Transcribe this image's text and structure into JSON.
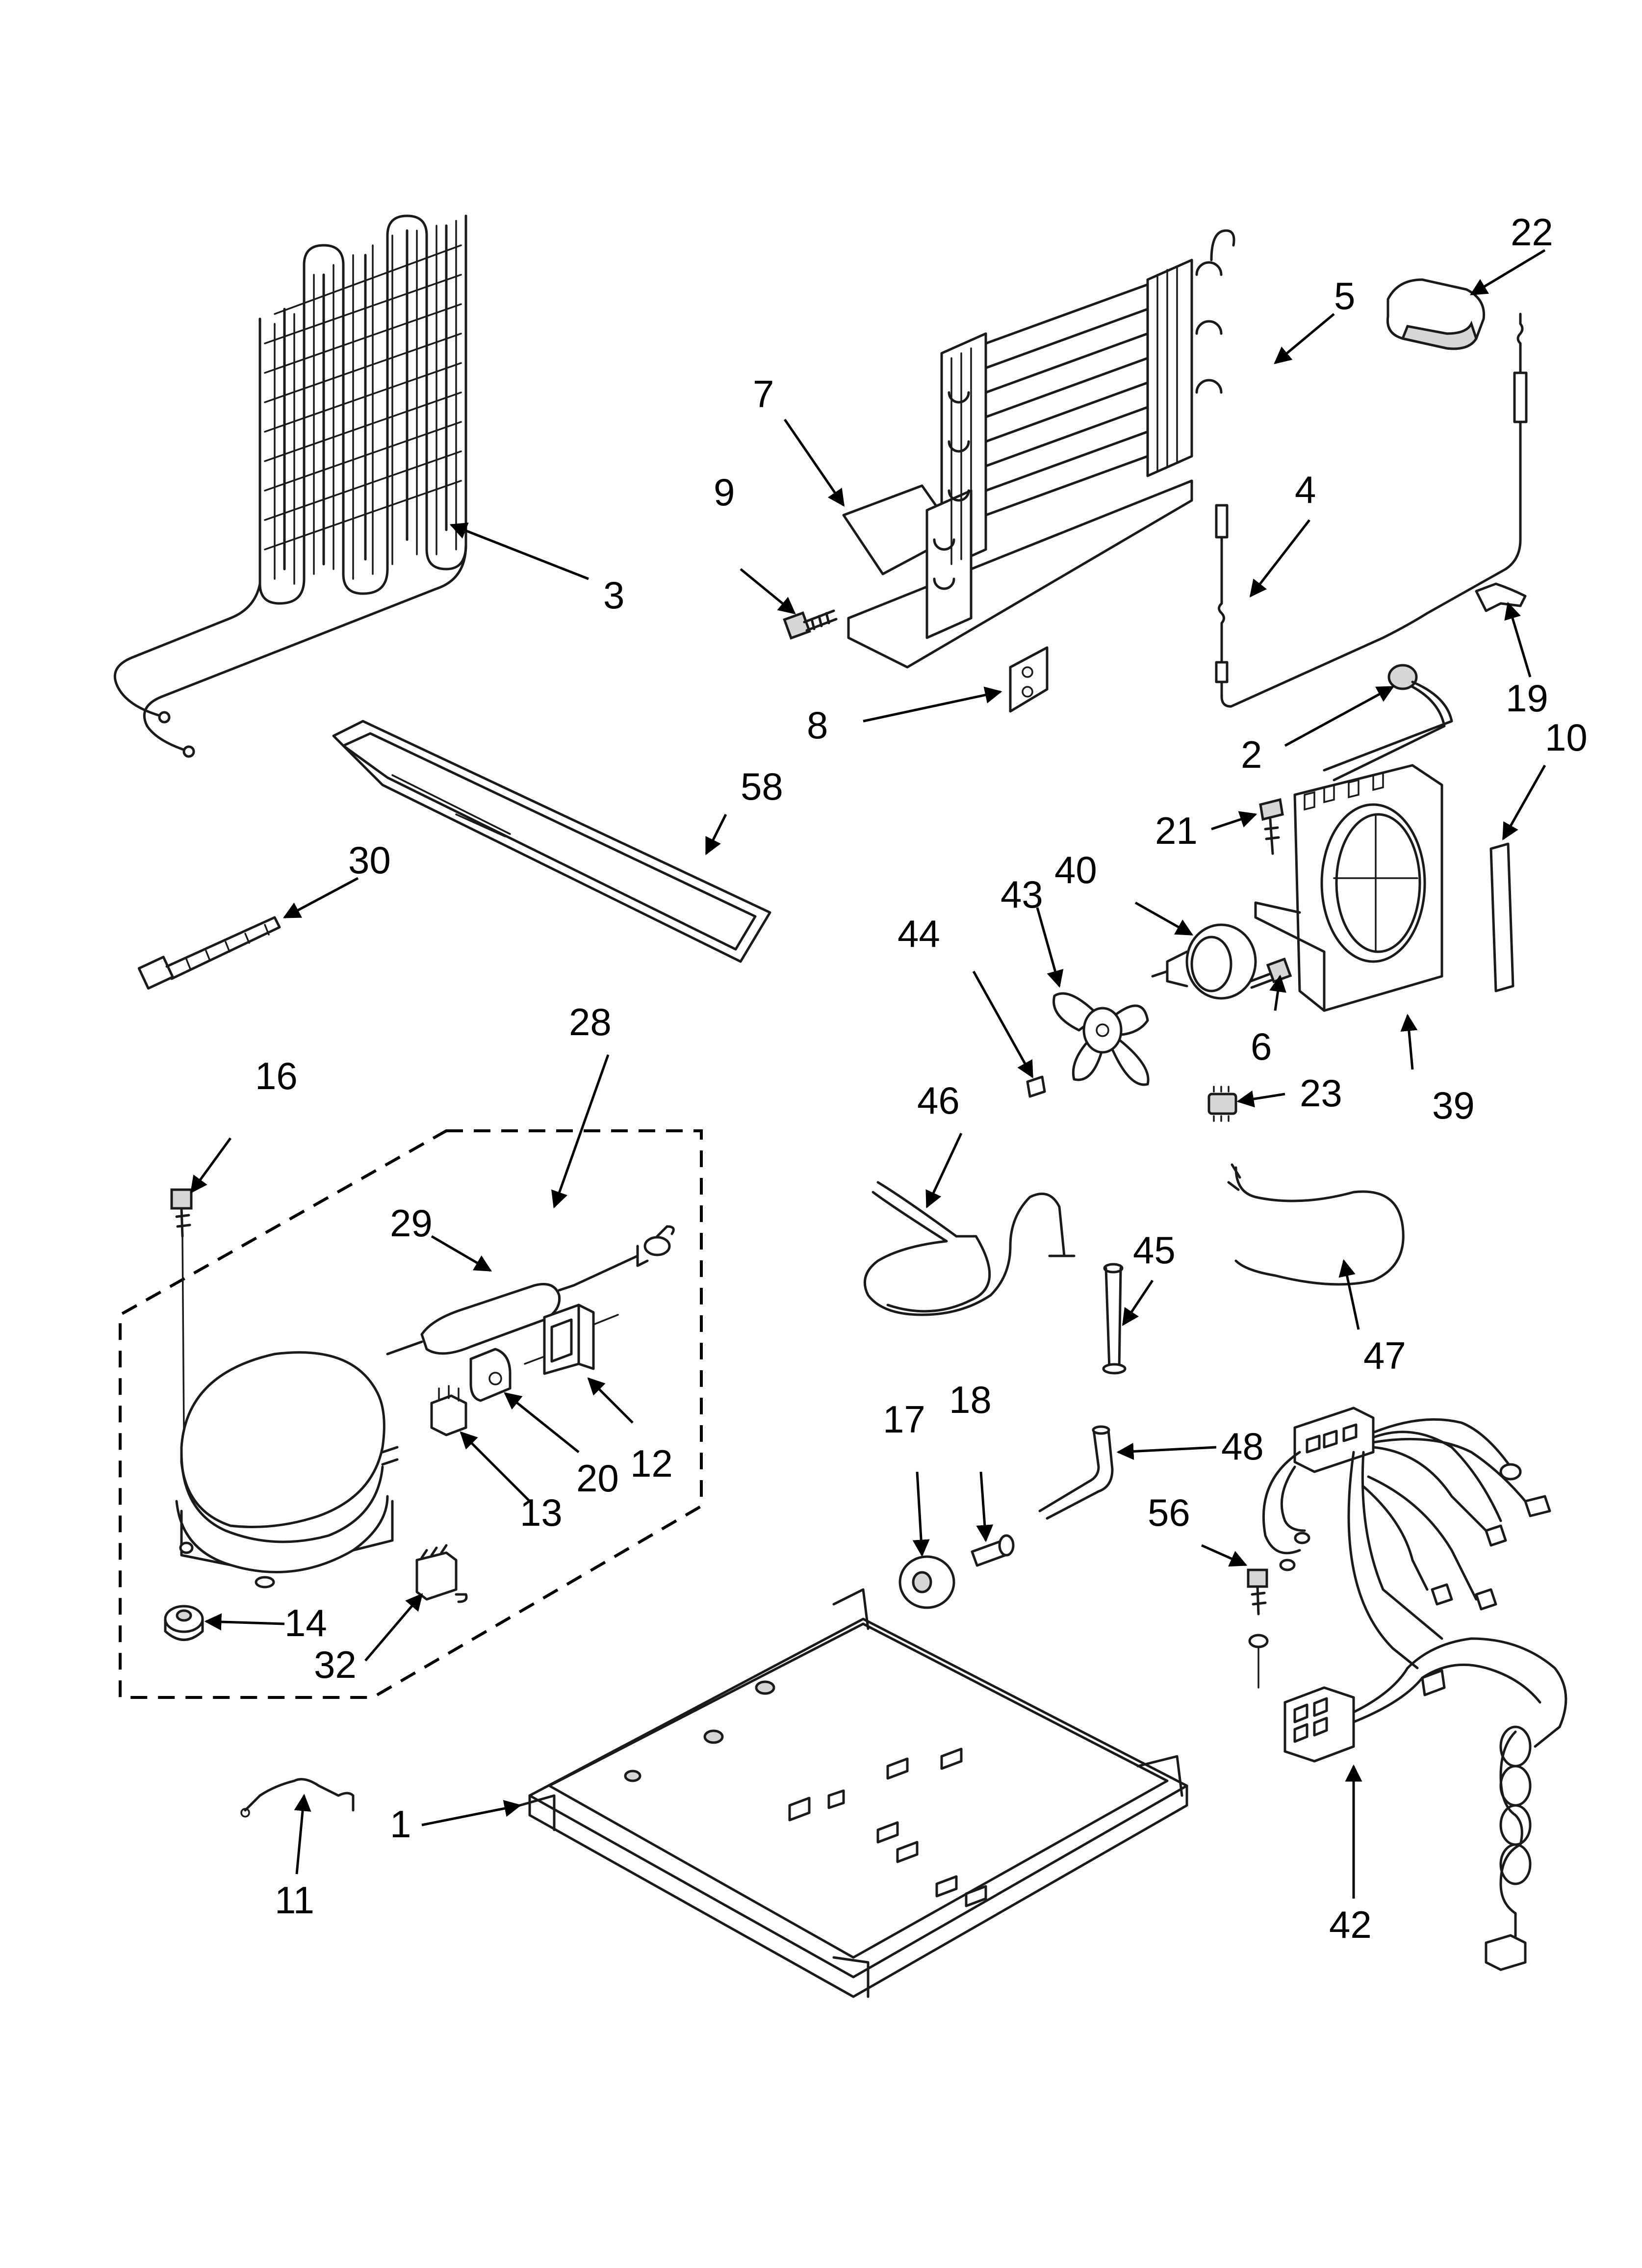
{
  "callouts": {
    "c1": "1",
    "c2": "2",
    "c3": "3",
    "c4": "4",
    "c5": "5",
    "c6": "6",
    "c7": "7",
    "c8": "8",
    "c9": "9",
    "c10": "10",
    "c11": "11",
    "c12": "12",
    "c13": "13",
    "c14": "14",
    "c16": "16",
    "c17": "17",
    "c18": "18",
    "c19": "19",
    "c20": "20",
    "c21": "21",
    "c22": "22",
    "c23": "23",
    "c28": "28",
    "c29": "29",
    "c30": "30",
    "c32": "32",
    "c39": "39",
    "c40": "40",
    "c42": "42",
    "c43": "43",
    "c44": "44",
    "c45": "45",
    "c46": "46",
    "c47": "47",
    "c48": "48",
    "c56": "56",
    "c58": "58"
  }
}
